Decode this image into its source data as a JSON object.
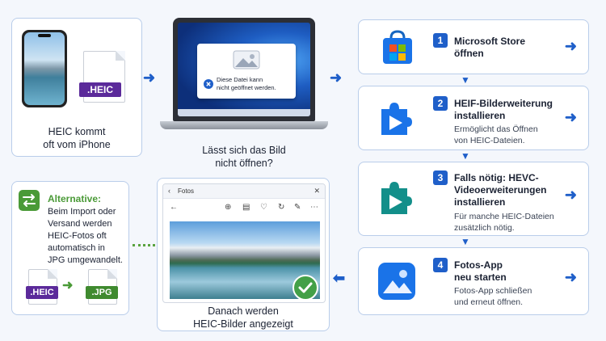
{
  "phone_card": {
    "file_ext": ".HEIC",
    "caption_line1": "HEIC kommt",
    "caption_line2": "oft vom iPhone"
  },
  "laptop": {
    "dialog_line1": "Diese Datei kann",
    "dialog_line2": "nicht geöffnet werden.",
    "caption_line1": "Lässt sich das Bild",
    "caption_line2": "nicht öffnen?"
  },
  "steps": [
    {
      "num": "1",
      "title_lines": [
        "Microsoft Store",
        "öffnen"
      ],
      "sub_lines": []
    },
    {
      "num": "2",
      "title_lines": [
        "HEIF-Bilderweiterung",
        "installieren"
      ],
      "sub_lines": [
        "Ermöglicht das Öffnen",
        "von HEIC-Dateien."
      ]
    },
    {
      "num": "3",
      "title_lines": [
        "Falls nötig: HEVC-",
        "Videoerweiterungen",
        "installieren"
      ],
      "sub_lines": [
        "Für manche HEIC-Dateien",
        "zusätzlich nötig."
      ]
    },
    {
      "num": "4",
      "title_lines": [
        "Fotos-App",
        "neu starten"
      ],
      "sub_lines": [
        "Fotos-App schließen",
        "und erneut öffnen."
      ]
    }
  ],
  "fotos": {
    "window_title": "Fotos",
    "caption_line1": "Danach werden",
    "caption_line2": "HEIC-Bilder angezeigt"
  },
  "alternative": {
    "heading": "Alternative:",
    "lines": [
      "Beim Import oder",
      "Versand werden",
      "HEIC-Fotos oft",
      "automatisch in",
      "JPG umgewandelt."
    ],
    "from_ext": ".HEIC",
    "to_ext": ".JPG"
  },
  "colors": {
    "accent": "#1f5fc9",
    "heic": "#5b2a9a",
    "jpg": "#3f8a2f",
    "alt_green": "#4a9a37"
  }
}
